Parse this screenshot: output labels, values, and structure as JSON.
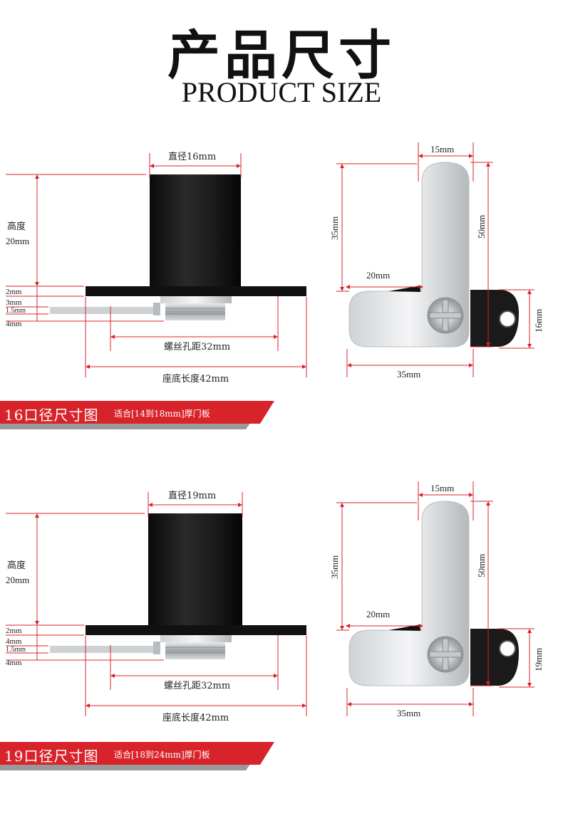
{
  "header": {
    "title_cn": "产品尺寸",
    "title_en": "PRODUCT SIZE"
  },
  "sections": [
    {
      "side": {
        "diameter": "直径16mm",
        "height_label": "高度",
        "height_value": "20mm",
        "small_dims": [
          "2mm",
          "3mm",
          "1.5mm",
          "4mm"
        ],
        "hole_distance": "螺丝孔距32mm",
        "base_length": "座底长度42mm"
      },
      "top": {
        "dim_15": "15mm",
        "dim_35_vertical": "35mm",
        "dim_50": "50mm",
        "dim_20": "20mm",
        "dim_small": "16mm",
        "dim_35_horizontal": "35mm"
      },
      "banner": {
        "main": "16口径尺寸图",
        "sub": "适合[14到18mm]厚门板"
      }
    },
    {
      "side": {
        "diameter": "直径19mm",
        "height_label": "高度",
        "height_value": "20mm",
        "small_dims": [
          "2mm",
          "4mm",
          "1.5mm",
          "4mm"
        ],
        "hole_distance": "螺丝孔距32mm",
        "base_length": "座底长度42mm"
      },
      "top": {
        "dim_15": "15mm",
        "dim_35_vertical": "35mm",
        "dim_50": "50mm",
        "dim_20": "20mm",
        "dim_small": "19mm",
        "dim_35_horizontal": "35mm"
      },
      "banner": {
        "main": "19口径尺寸图",
        "sub": "适合[18到24mm]厚门板"
      }
    }
  ],
  "colors": {
    "dimension_line": "#d8232a",
    "banner_red": "#d8232a",
    "banner_gray": "#9a9a9a"
  }
}
